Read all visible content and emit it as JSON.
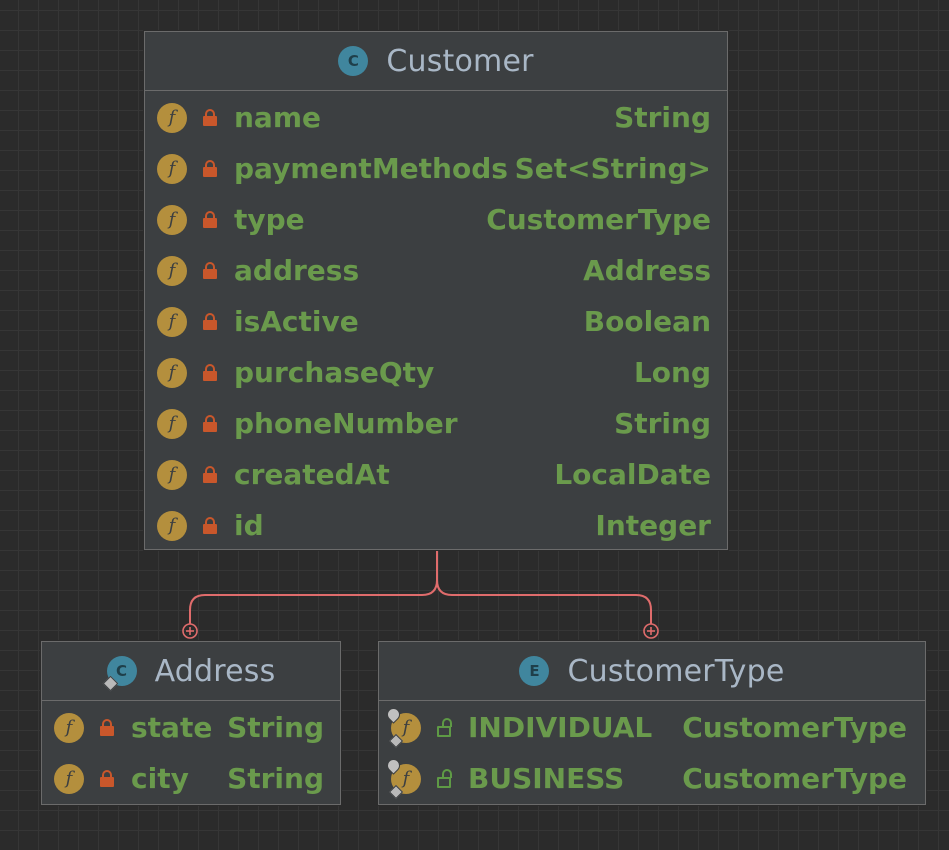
{
  "customer": {
    "title": "Customer",
    "kind": "C",
    "fields": [
      {
        "name": "name",
        "type": "String"
      },
      {
        "name": "paymentMethods",
        "type": "Set<String>"
      },
      {
        "name": "type",
        "type": "CustomerType"
      },
      {
        "name": "address",
        "type": "Address"
      },
      {
        "name": "isActive",
        "type": "Boolean"
      },
      {
        "name": "purchaseQty",
        "type": "Long"
      },
      {
        "name": "phoneNumber",
        "type": "String"
      },
      {
        "name": "createdAt",
        "type": "LocalDate"
      },
      {
        "name": "id",
        "type": "Integer"
      }
    ]
  },
  "address": {
    "title": "Address",
    "kind": "C",
    "fields": [
      {
        "name": "state",
        "type": "String"
      },
      {
        "name": "city",
        "type": "String"
      }
    ]
  },
  "customerType": {
    "title": "CustomerType",
    "kind": "E",
    "constants": [
      {
        "name": "INDIVIDUAL",
        "type": "CustomerType"
      },
      {
        "name": "BUSINESS",
        "type": "CustomerType"
      }
    ]
  },
  "field_icon_letter": "f",
  "colors": {
    "background": "#2b2b2b",
    "node_fill": "#3c3f41",
    "node_border": "#6b6b6b",
    "title_text": "#a9b7c6",
    "field_text": "#6a9a4c",
    "field_icon": "#b48f3d",
    "class_icon": "#40869e",
    "private_lock": "#c9572b",
    "public_lock": "#5e9a45",
    "connector": "#e06c6c"
  },
  "icons": {
    "class": "class-icon",
    "enum": "enum-icon",
    "field": "field-icon",
    "private": "lock-icon",
    "public": "unlock-icon",
    "composition": "circle-plus-icon"
  }
}
